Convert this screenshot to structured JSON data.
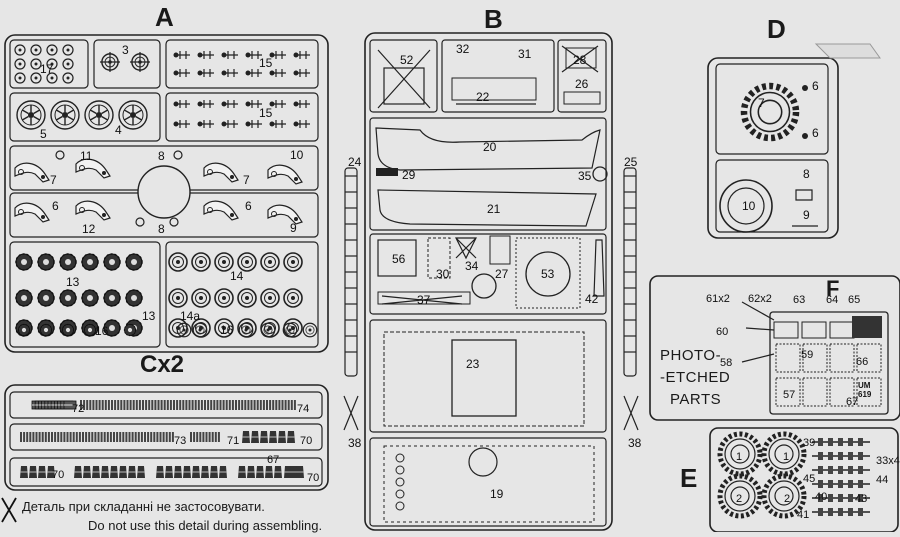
{
  "sprue_letters": {
    "a": "A",
    "b": "B",
    "d": "D",
    "e": "E",
    "f": "F",
    "cx2": "Cx2"
  },
  "photo_etched": {
    "line1": "PHOTO-",
    "line2": "-ETCHED",
    "line3": "PARTS"
  },
  "plate_marking": {
    "line1": "UM",
    "line2": "619"
  },
  "legend": {
    "symbol": "X",
    "ua_text": "Деталь при складанні не застосовувати.",
    "en_text": "Do not use this detail during assembling."
  },
  "part_numbers": {
    "a": [
      "17",
      "3",
      "15",
      "15",
      "5",
      "4",
      "11",
      "8",
      "10",
      "7",
      "7",
      "6",
      "12",
      "8",
      "6",
      "9",
      "13",
      "14",
      "13",
      "14a",
      "16",
      "16"
    ],
    "cx2": [
      "72",
      "74",
      "73",
      "71",
      "70",
      "70",
      "67",
      "70"
    ],
    "b": [
      "52",
      "32",
      "31",
      "28",
      "26",
      "22",
      "20",
      "29",
      "35",
      "21",
      "24",
      "25",
      "56",
      "30",
      "34",
      "27",
      "53",
      "37",
      "42",
      "23",
      "38",
      "38",
      "19"
    ],
    "d": [
      "7",
      "6",
      "6",
      "8",
      "10",
      "9"
    ],
    "f": [
      "61x2",
      "62x2",
      "63",
      "64",
      "65",
      "60",
      "58",
      "59",
      "66",
      "57",
      "67"
    ],
    "e": [
      "1",
      "1",
      "2",
      "2",
      "39",
      "33x4",
      "45",
      "40",
      "41",
      "43",
      "44"
    ]
  }
}
